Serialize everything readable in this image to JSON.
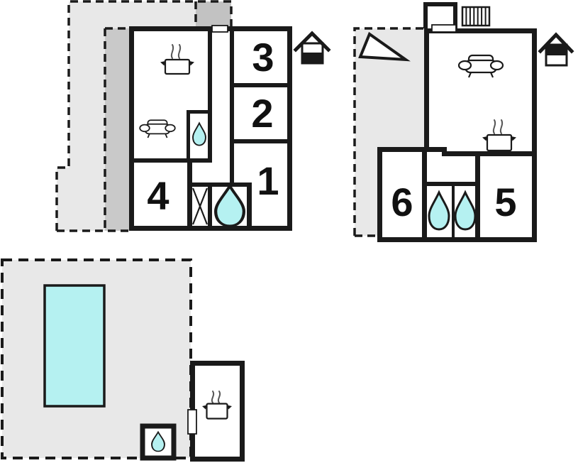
{
  "document_type": "vacation-home-floor-plan",
  "colors": {
    "wall": "#1a1a1a",
    "water_fill": "#b5f1f1",
    "terrace_light": "#e8e8e8",
    "terrace_medium": "#c9c9c9",
    "terrace_dark": "#c2c2c2",
    "steam": "#555555",
    "background": "#ffffff"
  },
  "floors": {
    "ground_floor": {
      "indicator_icon": "house-lower-level-highlighted",
      "rooms": [
        "1",
        "2",
        "3",
        "4"
      ],
      "feature_icons": [
        "cooking-pot-icon",
        "sofa-icon",
        "water-drop-icon",
        "large-water-drop-icon",
        "crossed-box-icon",
        "door-marker",
        "terrace-area"
      ]
    },
    "upper_floor": {
      "indicator_icon": "house-upper-level-highlighted",
      "rooms": [
        "5",
        "6"
      ],
      "feature_icons": [
        "sofa-icon",
        "cooking-pot-icon",
        "water-drop-icon",
        "water-drop-icon",
        "stairs-icon",
        "door-marker",
        "triangle-pointer-icon",
        "terrace-area"
      ]
    },
    "outdoor_area": {
      "feature_icons": [
        "swimming-pool",
        "water-drop-icon",
        "cooking-pot-icon",
        "door-marker",
        "terrace-area"
      ]
    }
  }
}
